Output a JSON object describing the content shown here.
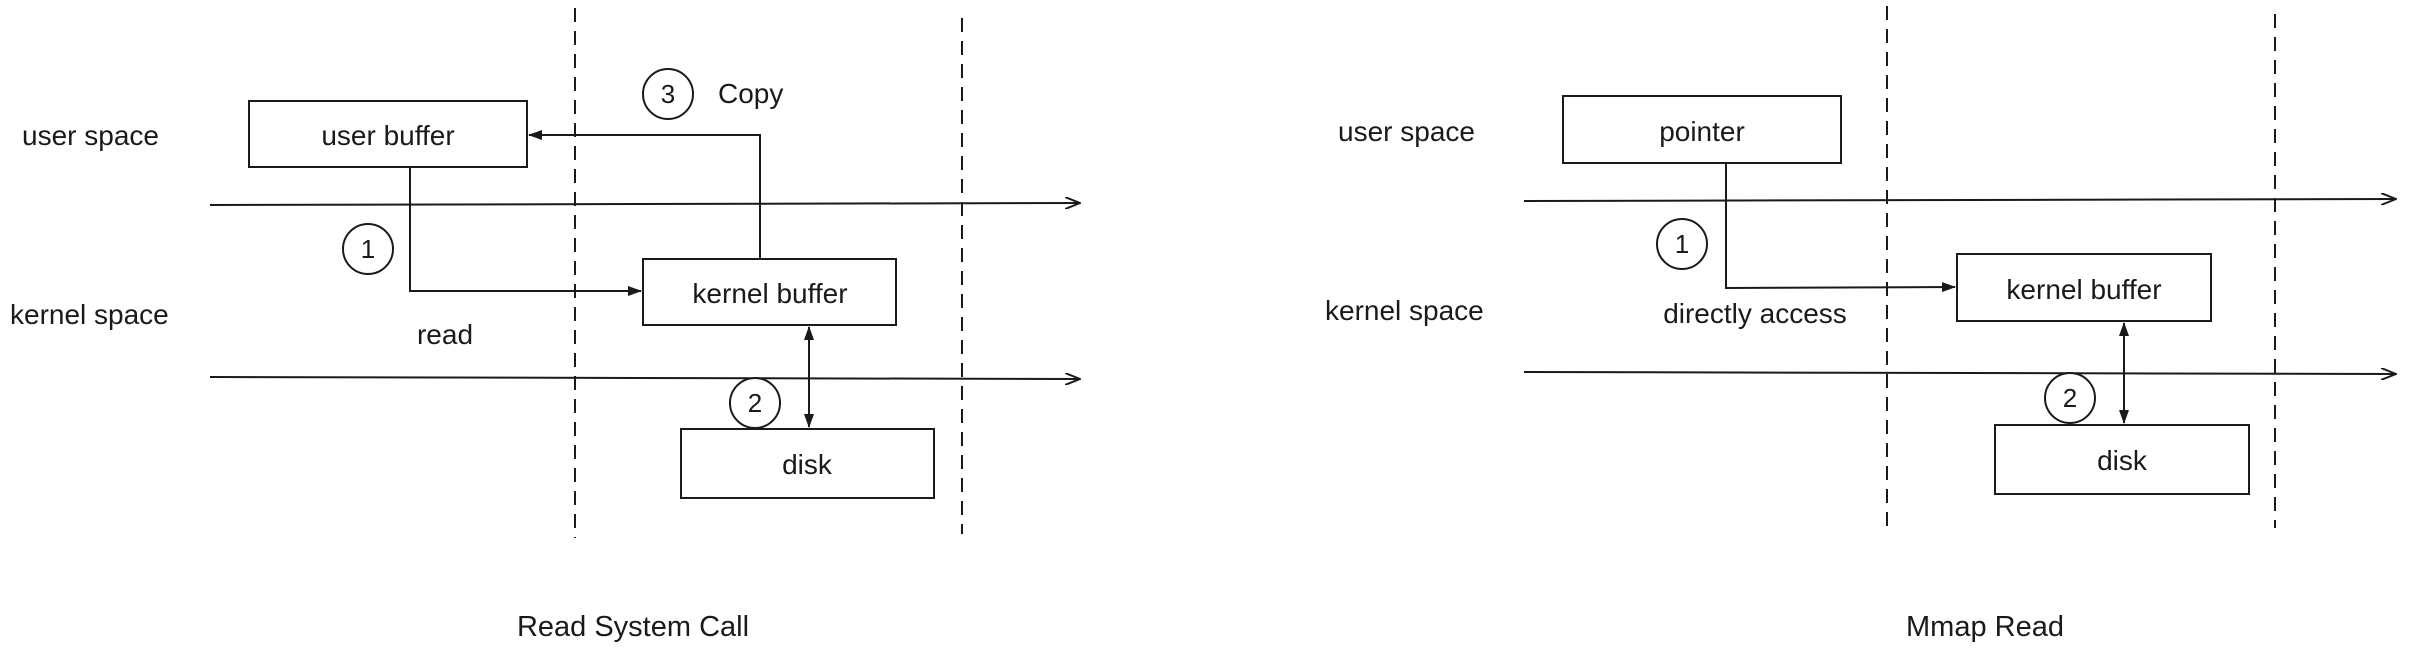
{
  "read_system_call": {
    "caption": "Read System Call",
    "user_space_label": "user space",
    "kernel_space_label": "kernel space",
    "user_buffer": "user buffer",
    "kernel_buffer": "kernel buffer",
    "disk": "disk",
    "step1_number": "1",
    "step1_label": "read",
    "step2_number": "2",
    "step3_number": "3",
    "step3_label": "Copy"
  },
  "mmap_read": {
    "caption": "Mmap Read",
    "user_space_label": "user space",
    "kernel_space_label": "kernel space",
    "pointer": "pointer",
    "kernel_buffer": "kernel buffer",
    "disk": "disk",
    "step1_number": "1",
    "step1_label": "directly access",
    "step2_number": "2"
  },
  "colors": {
    "stroke": "#1a1a1a",
    "background": "#ffffff"
  }
}
